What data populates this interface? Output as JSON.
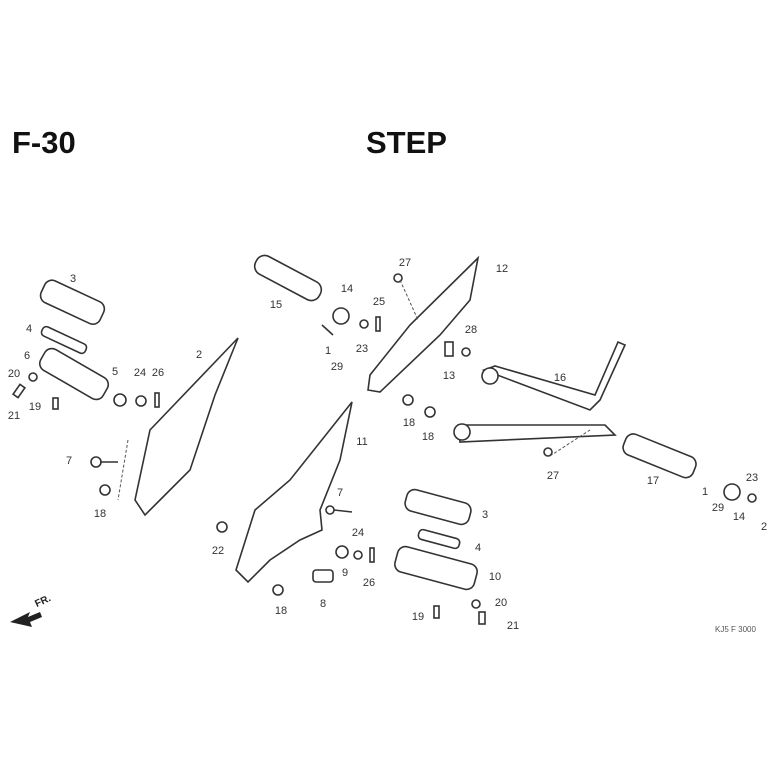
{
  "header": {
    "code": "F-30",
    "title": "STEP"
  },
  "labels": [
    "3",
    "4",
    "6",
    "20",
    "21",
    "19",
    "5",
    "24",
    "26",
    "2",
    "7",
    "18",
    "15",
    "14",
    "25",
    "1",
    "23",
    "29",
    "27",
    "12",
    "28",
    "13",
    "18",
    "18",
    "11",
    "16",
    "27",
    "17",
    "1",
    "29",
    "14",
    "23",
    "2",
    "7",
    "24",
    "22",
    "9",
    "26",
    "8",
    "18",
    "3",
    "4",
    "10",
    "20",
    "19",
    "21"
  ],
  "direction_marker": "FR.",
  "drawing_code": "KJ5 F 3000"
}
